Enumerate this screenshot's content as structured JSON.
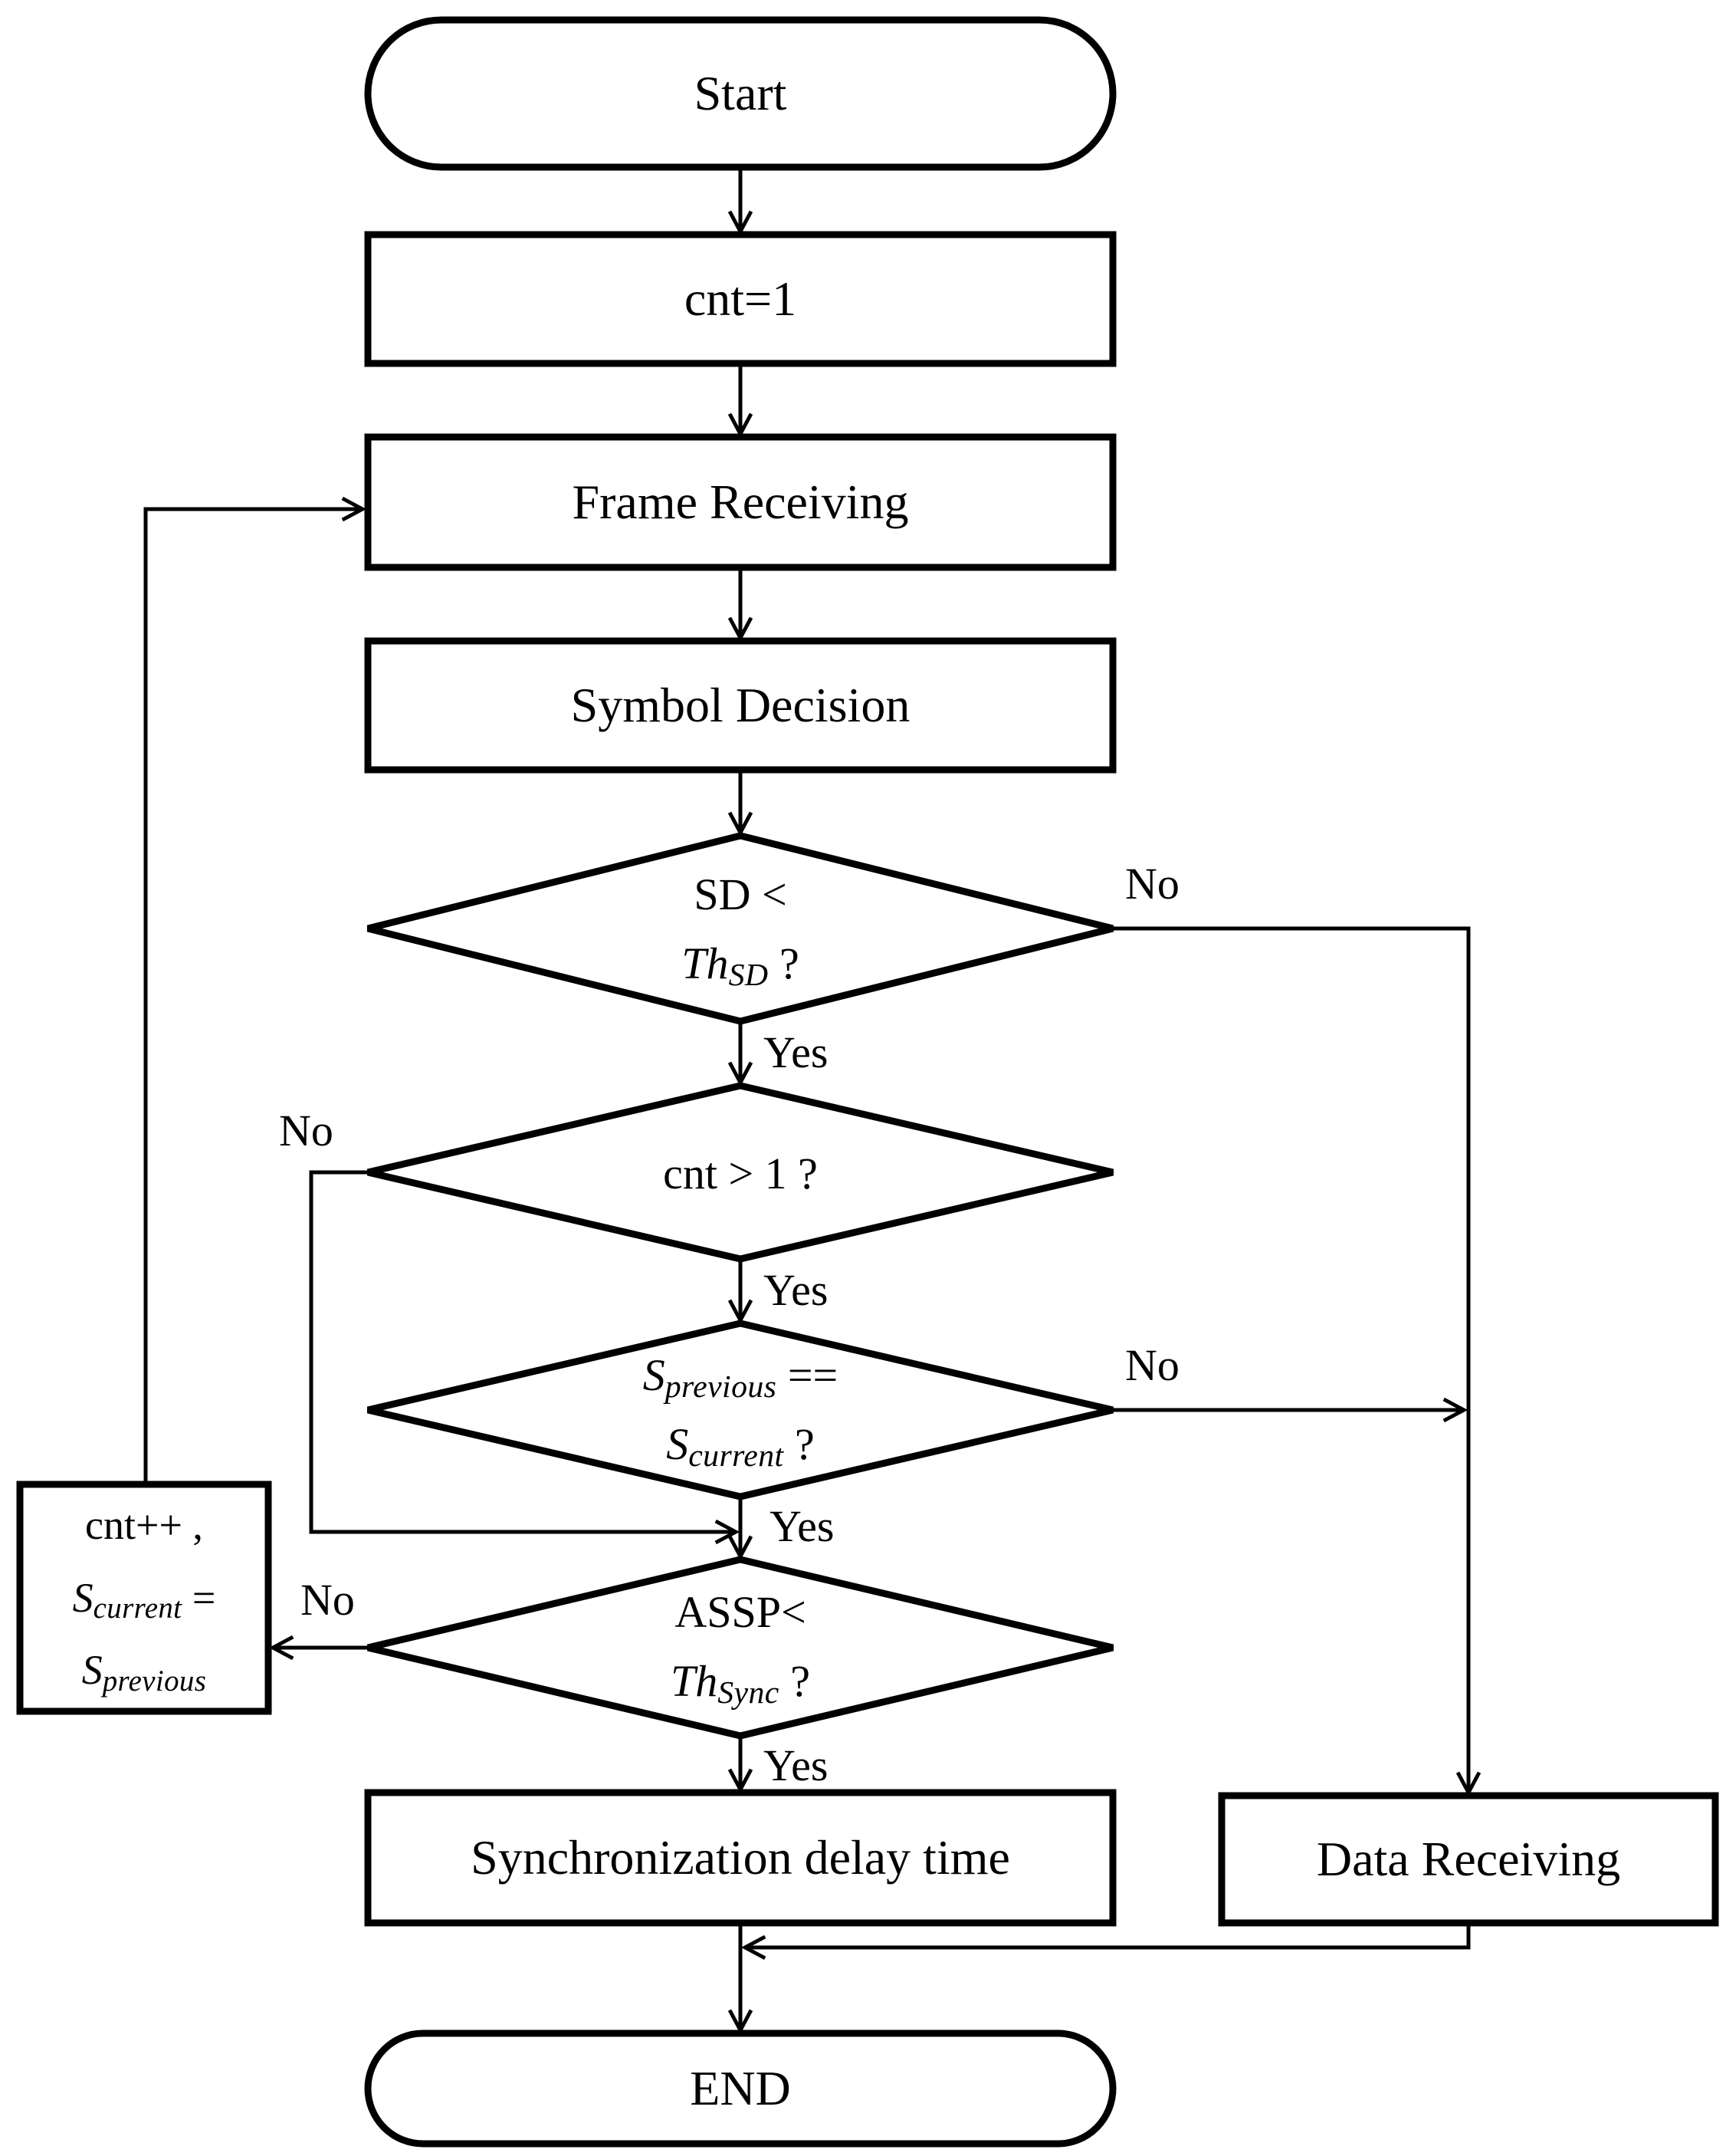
{
  "flowchart": {
    "colors": {
      "line": "#000000",
      "shape_fill": "#ffffff",
      "text": "#000000",
      "background": "#ffffff"
    },
    "edge_labels": {
      "yes": "Yes",
      "no": "No"
    },
    "nodes": {
      "start": {
        "type": "terminator",
        "label": "Start"
      },
      "cnt_init": {
        "type": "process",
        "label": "cnt=1"
      },
      "frame_receiving": {
        "type": "process",
        "label": "Frame Receiving"
      },
      "symbol_decision": {
        "type": "process",
        "label": "Symbol Decision"
      },
      "sd_threshold_check": {
        "type": "decision",
        "lines": [
          [
            {
              "t": "SD <"
            }
          ],
          [
            {
              "t": "Th",
              "i": true
            },
            {
              "t": "SD",
              "i": true,
              "s": true
            },
            {
              "t": " ?"
            }
          ]
        ]
      },
      "cnt_check": {
        "type": "decision",
        "label": "cnt > 1 ?"
      },
      "symbol_compare_check": {
        "type": "decision",
        "lines": [
          [
            {
              "t": "S",
              "i": true
            },
            {
              "t": "previous",
              "i": true,
              "s": true
            },
            {
              "t": " =="
            }
          ],
          [
            {
              "t": "S",
              "i": true
            },
            {
              "t": "current",
              "i": true,
              "s": true
            },
            {
              "t": " ?"
            }
          ]
        ]
      },
      "assp_check": {
        "type": "decision",
        "lines": [
          [
            {
              "t": "ASSP<"
            }
          ],
          [
            {
              "t": "Th",
              "i": true
            },
            {
              "t": "Sync",
              "i": true,
              "s": true
            },
            {
              "t": " ?"
            }
          ]
        ]
      },
      "update_counters": {
        "type": "process",
        "lines": [
          [
            {
              "t": "cnt++ ,"
            }
          ],
          [
            {
              "t": "S",
              "i": true
            },
            {
              "t": "current",
              "i": true,
              "s": true
            },
            {
              "t": " ="
            }
          ],
          [
            {
              "t": "S",
              "i": true
            },
            {
              "t": "previous",
              "i": true,
              "s": true
            }
          ]
        ]
      },
      "sync_delay": {
        "type": "process",
        "label": "Synchronization delay time"
      },
      "data_receiving": {
        "type": "process",
        "label": "Data Receiving"
      },
      "end": {
        "type": "terminator",
        "label": "END"
      }
    },
    "edges": [
      {
        "from": "start",
        "to": "cnt_init",
        "label": ""
      },
      {
        "from": "cnt_init",
        "to": "frame_receiving",
        "label": ""
      },
      {
        "from": "frame_receiving",
        "to": "symbol_decision",
        "label": ""
      },
      {
        "from": "symbol_decision",
        "to": "sd_threshold_check",
        "label": ""
      },
      {
        "from": "sd_threshold_check",
        "to": "cnt_check",
        "label": "Yes"
      },
      {
        "from": "sd_threshold_check",
        "to": "data_receiving",
        "label": "No"
      },
      {
        "from": "cnt_check",
        "to": "symbol_compare_check",
        "label": "Yes"
      },
      {
        "from": "cnt_check",
        "to": "assp_check",
        "label": "No"
      },
      {
        "from": "symbol_compare_check",
        "to": "assp_check",
        "label": "Yes"
      },
      {
        "from": "symbol_compare_check",
        "to": "data_receiving",
        "label": "No"
      },
      {
        "from": "assp_check",
        "to": "sync_delay",
        "label": "Yes"
      },
      {
        "from": "assp_check",
        "to": "update_counters",
        "label": "No"
      },
      {
        "from": "update_counters",
        "to": "frame_receiving",
        "label": ""
      },
      {
        "from": "sync_delay",
        "to": "end",
        "label": ""
      },
      {
        "from": "data_receiving",
        "to": "end",
        "label": ""
      }
    ]
  }
}
